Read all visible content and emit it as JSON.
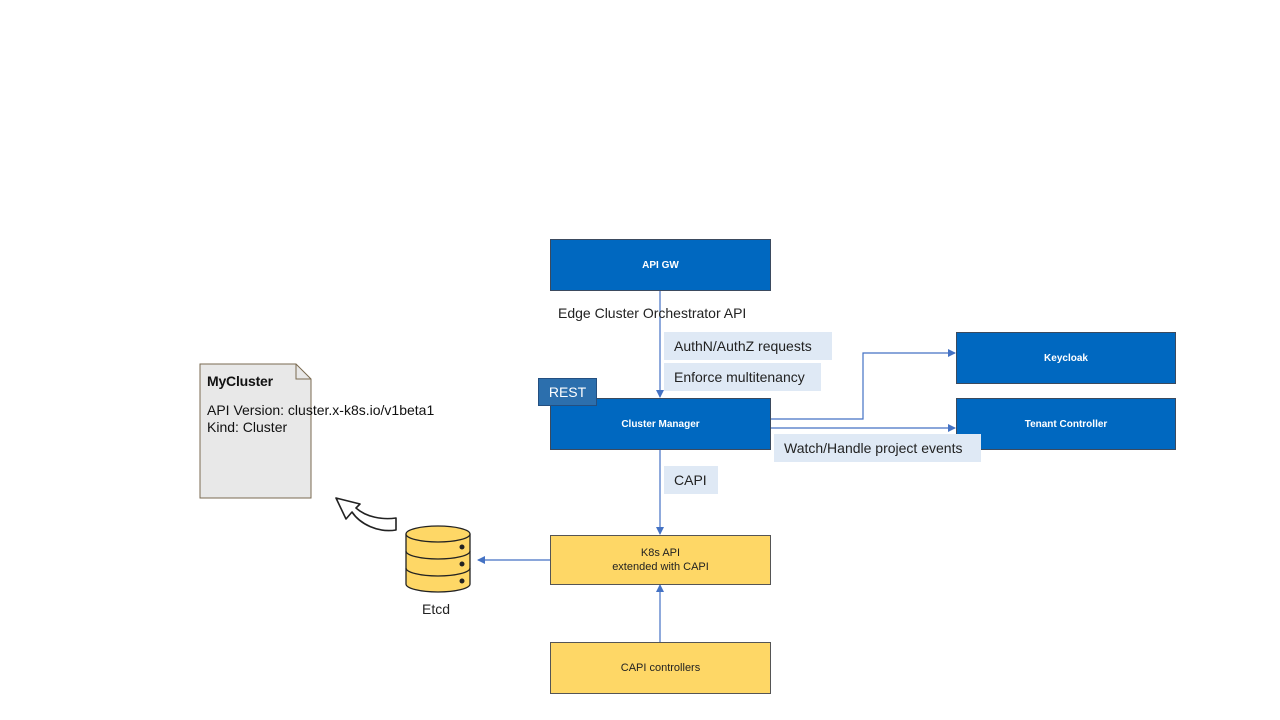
{
  "nodes": {
    "api_gw": "API GW",
    "cluster_manager": "Cluster Manager",
    "keycloak": "Keycloak",
    "tenant_controller": "Tenant Controller",
    "k8s_api": "K8s API",
    "k8s_api_sub": "extended with CAPI",
    "capi_controllers": "CAPI controllers"
  },
  "labels": {
    "edge_api": "Edge Cluster Orchestrator API",
    "authn": "AuthN/AuthZ requests",
    "multitenancy": "Enforce multitenancy",
    "rest": "REST",
    "capi": "CAPI",
    "watch": "Watch/Handle project events",
    "etcd": "Etcd"
  },
  "document": {
    "title": "MyCluster",
    "api_version": "API Version: cluster.x-k8s.io/v1beta1",
    "kind": "Kind: Cluster"
  },
  "icons": {
    "database": "database-icon",
    "document": "document-icon",
    "curved_arrow": "curved-arrow-icon"
  },
  "colors": {
    "blue_box": "#0068c0",
    "yellow_box": "#fed766",
    "label_bg": "#dfe9f5",
    "connector": "#4472c4",
    "document_bg": "#e8e8e8"
  }
}
